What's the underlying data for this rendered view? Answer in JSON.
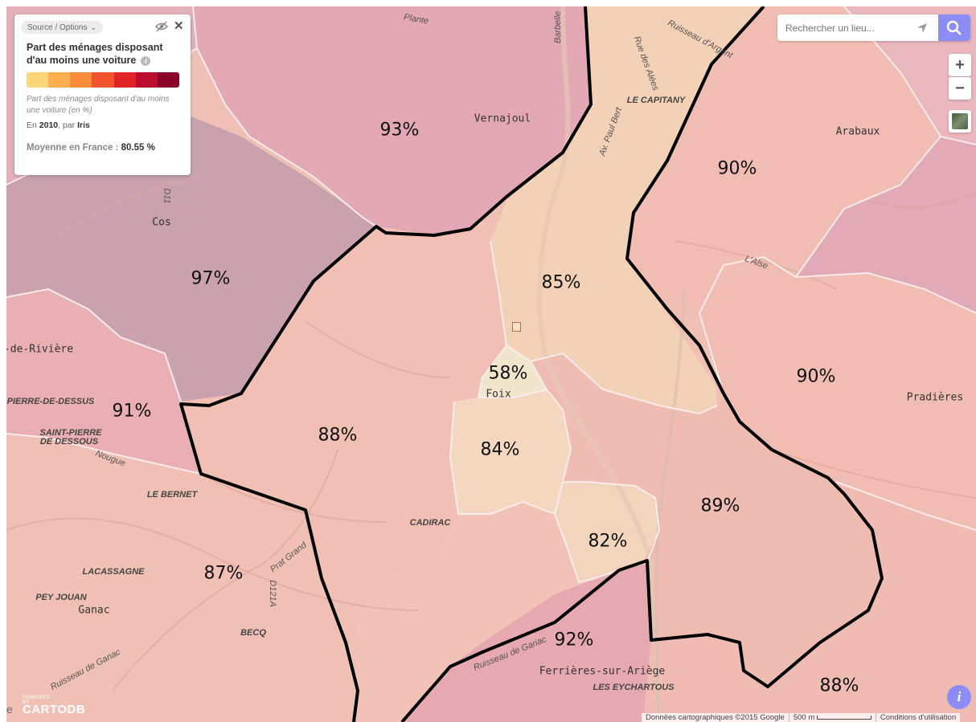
{
  "legend": {
    "source_label": "Source / Options",
    "title": "Part des ménages disposant d'au moins une voiture",
    "color_ramp": [
      "#fdd67a",
      "#fbb04f",
      "#f98c3b",
      "#f2552d",
      "#e02427",
      "#bb0e2e",
      "#8a0328"
    ],
    "description": "Part des ménages disposant d'au moins une voiture (en %)",
    "year_prefix": "En",
    "year": "2010",
    "year_mid": ", par",
    "unit": "Iris",
    "average_label": "Moyenne en France :",
    "average_value": "80.55 %"
  },
  "search": {
    "placeholder": "Rechercher un lieu..."
  },
  "zoom": {
    "in": "+",
    "out": "−"
  },
  "info_button": "i",
  "credit": {
    "powered": "POWERED BY",
    "brand": "CARTODB",
    "google_letter": "e"
  },
  "attribution": {
    "data": "Données cartographiques ©2015 Google",
    "scale": "500 m",
    "terms": "Conditions d'utilisation"
  },
  "regions": [
    {
      "label": "93%",
      "value": 93,
      "color": "#e2a8b3"
    },
    {
      "label": "97%",
      "value": 97,
      "color": "#c9a2ae"
    },
    {
      "label": "85%",
      "value": 85,
      "color": "#f3d1b6"
    },
    {
      "label": "58%",
      "value": 58,
      "color": "#f1e6cc"
    },
    {
      "label": "84%",
      "value": 84,
      "color": "#f3d7bf"
    },
    {
      "label": "82%",
      "value": 82,
      "color": "#f2d5bd"
    },
    {
      "label": "91%",
      "value": 91,
      "color": "#eaafb2"
    },
    {
      "label": "88%",
      "value": 88,
      "color": "#f2bfb4"
    },
    {
      "label": "87%",
      "value": 87,
      "color": "#f0c0b5"
    },
    {
      "label": "90%",
      "value": 90,
      "color": "#f1bdb3"
    },
    {
      "label": "90%",
      "value": 90,
      "color": "#f1bdb3"
    },
    {
      "label": "89%",
      "value": 89,
      "color": "#efbcb2"
    },
    {
      "label": "92%",
      "value": 92,
      "color": "#e6a8b1"
    },
    {
      "label": "88%",
      "value": 88,
      "color": "#f2bfb4"
    }
  ],
  "places": {
    "vernajoul": "Vernajoul",
    "le_capitany": "LE CAPITANY",
    "arabaux": "Arabaux",
    "cos": "Cos",
    "riviere": "-de-Rivière",
    "pierre_dessus": "PIERRE-DE-DESSUS",
    "saint_pierre": "SAINT-PIERRE",
    "de_dessous": "DE DESSOUS",
    "le_bernet": "LE BERNET",
    "foix": "Foix",
    "cadirac": "CADIRAC",
    "pradieres": "Pradières",
    "lacassagne": "LACASSAGNE",
    "peyjouan": "PEY JOUAN",
    "ganac": "Ganac",
    "becq": "BECQ",
    "ferrieres": "Ferrières-sur-Ariège",
    "eychartous": "LES EYCHARTOUS"
  },
  "water": {
    "arget": "Ruisseau d'Argent",
    "alse": "L'Alse",
    "ganac_creek": "Ruisseau de Ganac",
    "gariac": "Ruisseau de Gariac",
    "plante": "Plante",
    "nougue": "Nougue",
    "prat": "Prat Grand",
    "paulbert": "Av. Paul Bert",
    "alees": "Rue des Alées",
    "d121a": "D121A",
    "d11": "D11",
    "barbelle": "Barbelle"
  }
}
